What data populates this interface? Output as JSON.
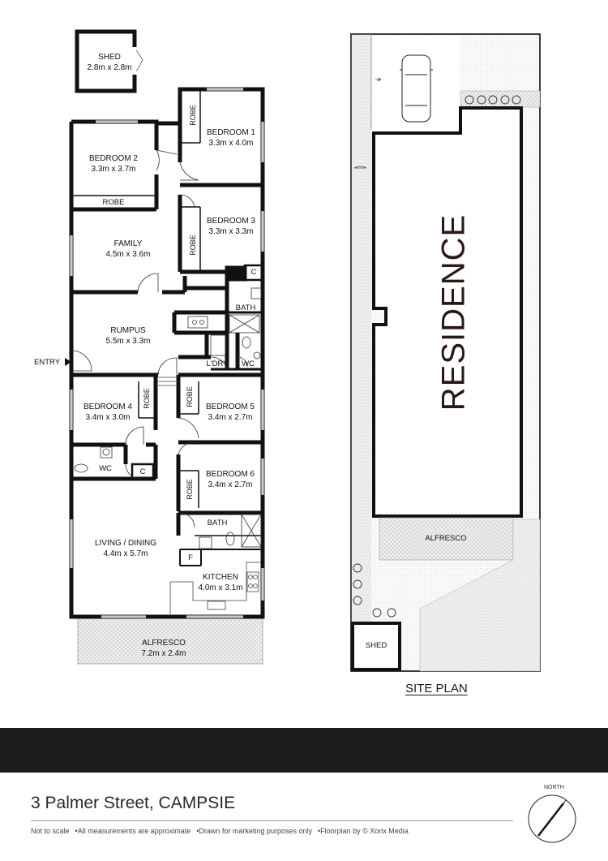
{
  "floor_plan": {
    "rooms": [
      {
        "id": "shed",
        "name": "SHED",
        "dims": "2.8m x 2.8m"
      },
      {
        "id": "bedroom1",
        "name": "BEDROOM 1",
        "dims": "3.3m x 4.0m"
      },
      {
        "id": "bedroom2",
        "name": "BEDROOM 2",
        "dims": "3.3m x 3.7m"
      },
      {
        "id": "bedroom3",
        "name": "BEDROOM 3",
        "dims": "3.3m x 3.3m"
      },
      {
        "id": "family",
        "name": "FAMILY",
        "dims": "4.5m x 3.6m"
      },
      {
        "id": "rumpus",
        "name": "RUMPUS",
        "dims": "5.5m x 3.3m"
      },
      {
        "id": "bedroom4",
        "name": "BEDROOM 4",
        "dims": "3.4m x 3.0m"
      },
      {
        "id": "bedroom5",
        "name": "BEDROOM 5",
        "dims": "3.4m x 2.7m"
      },
      {
        "id": "bedroom6",
        "name": "BEDROOM 6",
        "dims": "3.4m x 2.7m"
      },
      {
        "id": "living",
        "name": "LIVING / DINING",
        "dims": "4.4m x 5.7m"
      },
      {
        "id": "kitchen",
        "name": "KITCHEN",
        "dims": "4.0m x 3.1m"
      },
      {
        "id": "alfresco",
        "name": "ALFRESCO",
        "dims": "7.2m x 2.4m"
      }
    ],
    "labels": {
      "robe": "ROBE",
      "bath": "BATH",
      "laundry": "L'DRY",
      "wc": "WC",
      "cupboard": "C",
      "fridge": "F",
      "entry": "ENTRY"
    }
  },
  "site_plan": {
    "title": "SITE PLAN",
    "residence": "RESIDENCE",
    "alfresco": "ALFRESCO",
    "shed": "SHED"
  },
  "footer": {
    "address": "3 Palmer Street, CAMPSIE",
    "disclaimers": [
      "Not to scale",
      "All measurements are approximate",
      "Drawn for marketing purposes only",
      "Floorplan by © Xorix Media"
    ],
    "north": "NORTH"
  }
}
